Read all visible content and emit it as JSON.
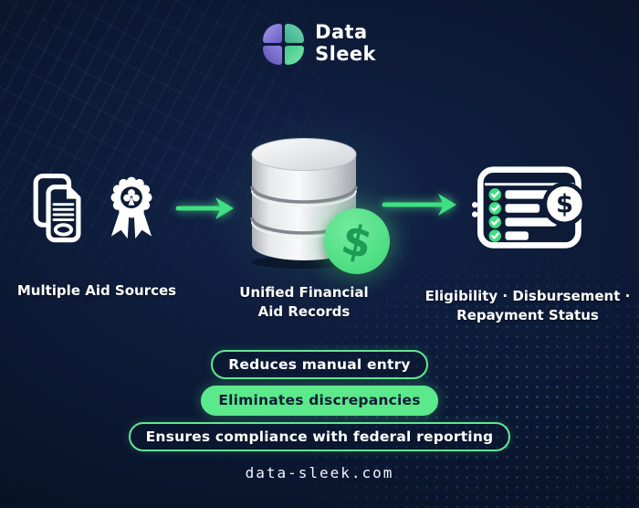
{
  "brand": {
    "name_line1": "Data",
    "name_line2": "Sleek"
  },
  "flow": {
    "left": {
      "label": "Multiple Aid Sources",
      "icons": [
        "documents-icon",
        "award-icon"
      ]
    },
    "center": {
      "label_line1": "Unified Financial",
      "label_line2": "Aid Records",
      "coin_symbol": "$",
      "icons": [
        "database-icon",
        "dollar-coin-icon"
      ]
    },
    "right": {
      "label_line1": "Eligibility · Disbursement ·",
      "label_line2": "Repayment Status",
      "card_coin_symbol": "$",
      "icons": [
        "checklist-card-icon"
      ]
    },
    "arrows": [
      "arrow-right-icon",
      "arrow-right-icon"
    ]
  },
  "benefits": [
    {
      "label": "Reduces manual entry",
      "style": "outline"
    },
    {
      "label": "Eliminates discrepancies",
      "style": "filled"
    },
    {
      "label": "Ensures compliance with federal reporting",
      "style": "outline"
    }
  ],
  "footer": {
    "website": "data-sleek.com"
  },
  "colors": {
    "background_navy": "#0c1a33",
    "accent_green": "#53e58a",
    "logo_purple": "#7b6fd0",
    "logo_teal": "#52cf9e",
    "pill_text_dark": "#0e1c36",
    "cylinder_silver": "#d8dadd",
    "text_white": "#ffffff"
  }
}
